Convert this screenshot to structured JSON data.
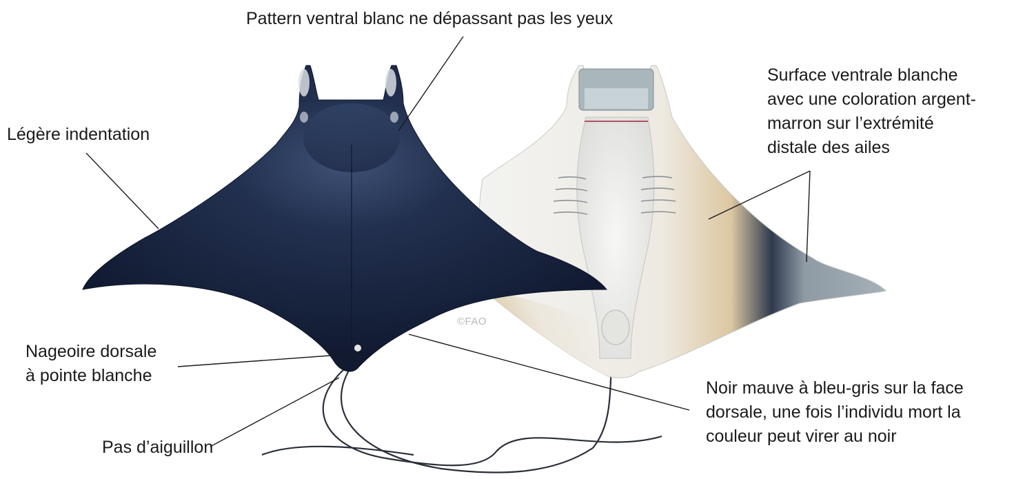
{
  "labels": {
    "top": "Pattern ventral blanc ne dépassant pas les yeux",
    "indent": "Légère indentation",
    "ventral": "Surface ventrale blanche\navec une coloration argent-\nmarron sur l’extrémité\ndistale des ailes",
    "dorsal_fin": "Nageoire dorsale\nà pointe blanche",
    "spine": "Pas d’aiguillon",
    "colour": "Noir mauve à bleu-gris sur la face\ndorsale, une fois l’individu mort la\ncouleur peut virer au noir"
  },
  "credit": "©FAO",
  "colors": {
    "dorsal_body": "#141d36",
    "dorsal_highlight": "#3d4f72",
    "ventral_body": "#f2f2f0",
    "ventral_shadow": "#d3d4d2",
    "wing_tan": "#d9c29b",
    "wing_tip": "#9aa5ad",
    "leader_line": "#1a1a1a"
  }
}
